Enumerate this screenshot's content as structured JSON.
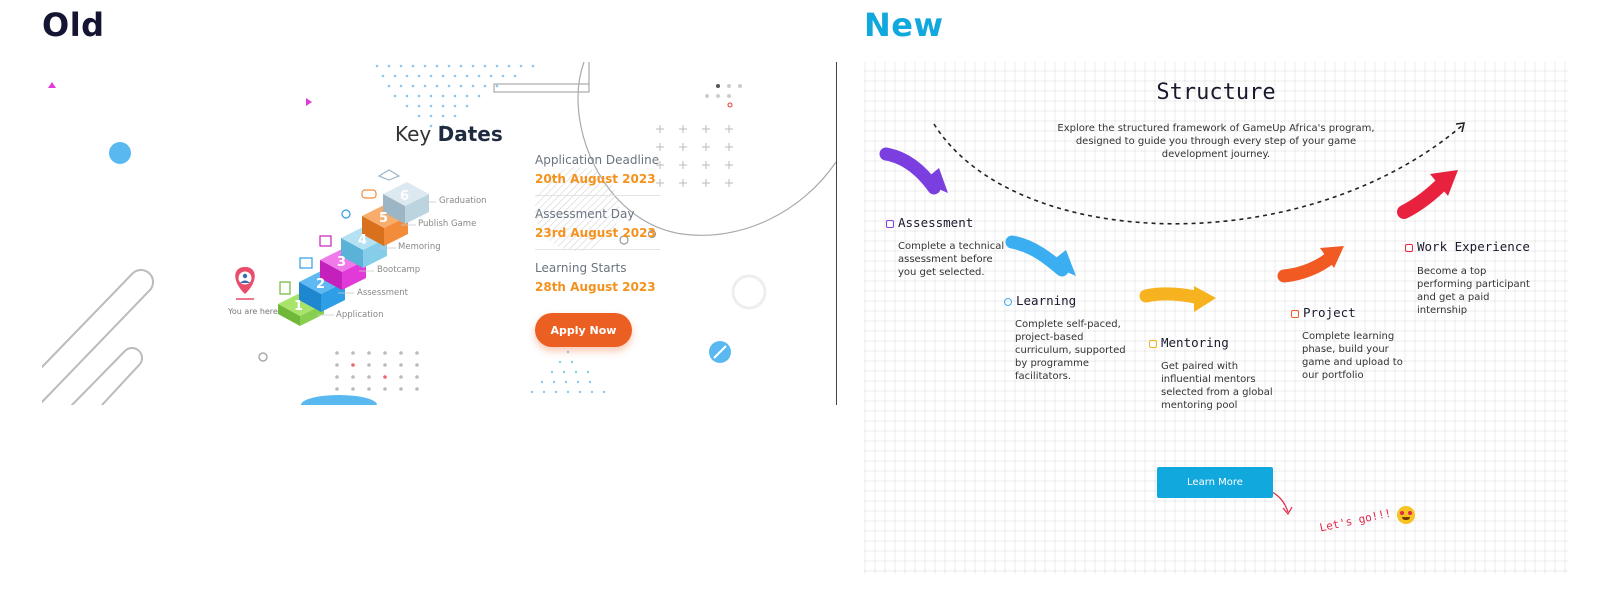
{
  "headings": {
    "old": "Old",
    "new": "New"
  },
  "old": {
    "title_regular": "Key",
    "title_bold": "Dates",
    "steps": [
      {
        "number": "1",
        "label": "Application"
      },
      {
        "number": "2",
        "label": "Assessment"
      },
      {
        "number": "3",
        "label": "Bootcamp"
      },
      {
        "number": "4",
        "label": "Memoring"
      },
      {
        "number": "5",
        "label": "Publish Game"
      },
      {
        "number": "6",
        "label": "Graduation"
      }
    ],
    "you_are_here": "You are here",
    "dates": [
      {
        "label": "Application Deadline",
        "value": "20th August 2023"
      },
      {
        "label": "Assessment Day",
        "value": "23rd August 2023"
      },
      {
        "label": "Learning Starts",
        "value": "28th August 2023"
      }
    ],
    "apply_button": "Apply Now"
  },
  "new": {
    "title": "Structure",
    "description": "Explore the structured framework of GameUp Africa's program, designed to guide you through every step of your game development journey.",
    "steps": [
      {
        "title": "Assessment",
        "description": "Complete a technical assessment before you get selected.",
        "icon": "clipboard-icon"
      },
      {
        "title": "Learning",
        "description": "Complete self-paced, project-based curriculum, supported by programme facilitators.",
        "icon": "location-pin-icon"
      },
      {
        "title": "Mentoring",
        "description": "Get paired with influential mentors selected from a global mentoring pool",
        "icon": "thumbs-up-icon"
      },
      {
        "title": "Project",
        "description": "Complete learning phase, build your game and upload to our portfolio",
        "icon": "document-icon"
      },
      {
        "title": "Work Experience",
        "description": "Become a top performing participant and get a paid internship",
        "icon": "briefcase-icon"
      }
    ],
    "learn_more_button": "Learn More",
    "lets_go": "Let's go!!!"
  },
  "colors": {
    "old_heading": "#141433",
    "new_heading": "#11a8de",
    "date_value": "#f5921e",
    "apply_button": "#ec5f23",
    "learn_button": "#11a8de",
    "arrow_purple": "#7b3fe0",
    "arrow_blue": "#3aaef0",
    "arrow_yellow": "#f7b21f",
    "arrow_orange": "#f15a22",
    "arrow_red": "#e8213e",
    "step_green": "#8bd64b",
    "step_blue": "#2e9ee6",
    "step_magenta": "#e23ad8",
    "step_lightblue": "#86cde9",
    "step_orange": "#f28c3b",
    "step_grey": "#bcd3e0"
  }
}
